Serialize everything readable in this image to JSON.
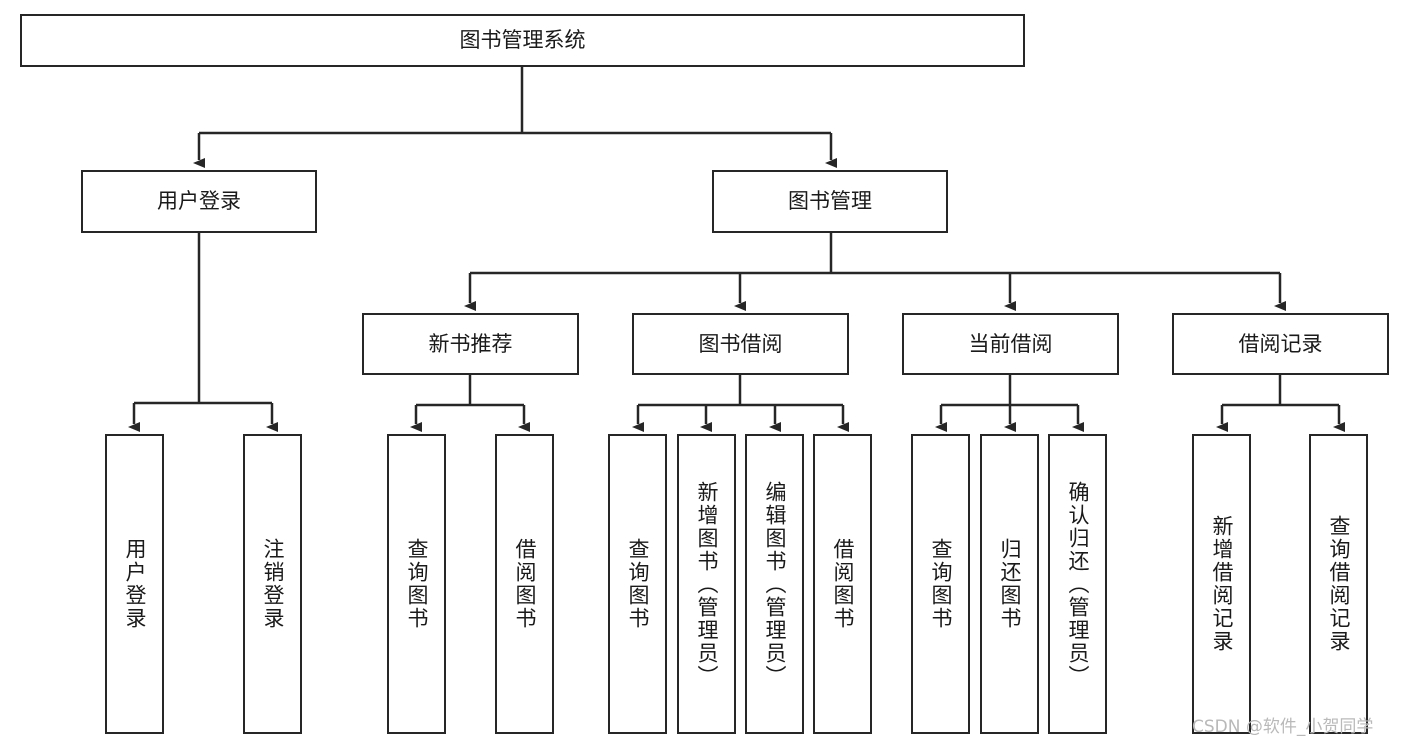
{
  "diagram": {
    "type": "tree",
    "title": "图书管理系统",
    "root": {
      "label": "图书管理系统"
    },
    "level2": [
      {
        "label": "用户登录"
      },
      {
        "label": "图书管理"
      }
    ],
    "level3": [
      {
        "label": "新书推荐"
      },
      {
        "label": "图书借阅"
      },
      {
        "label": "当前借阅"
      },
      {
        "label": "借阅记录"
      }
    ],
    "leaves": {
      "user_login": [
        {
          "label": "用户登录"
        },
        {
          "label": "注销登录"
        }
      ],
      "new_book_recommend": [
        {
          "label": "查询图书"
        },
        {
          "label": "借阅图书"
        }
      ],
      "book_borrow": [
        {
          "label": "查询图书"
        },
        {
          "label": "新增图书（管理员）"
        },
        {
          "label": "编辑图书（管理员）"
        },
        {
          "label": "借阅图书"
        }
      ],
      "current_borrow": [
        {
          "label": "查询图书"
        },
        {
          "label": "归还图书"
        },
        {
          "label": "确认归还（管理员）"
        }
      ],
      "borrow_record": [
        {
          "label": "新增借阅记录"
        },
        {
          "label": "查询借阅记录"
        }
      ]
    }
  },
  "watermark": {
    "text": "CSDN @软件_小贺同学"
  },
  "colors": {
    "border": "#262626",
    "background": "#ffffff",
    "text": "#1a1a1a",
    "watermark": "#b9b9b9"
  }
}
